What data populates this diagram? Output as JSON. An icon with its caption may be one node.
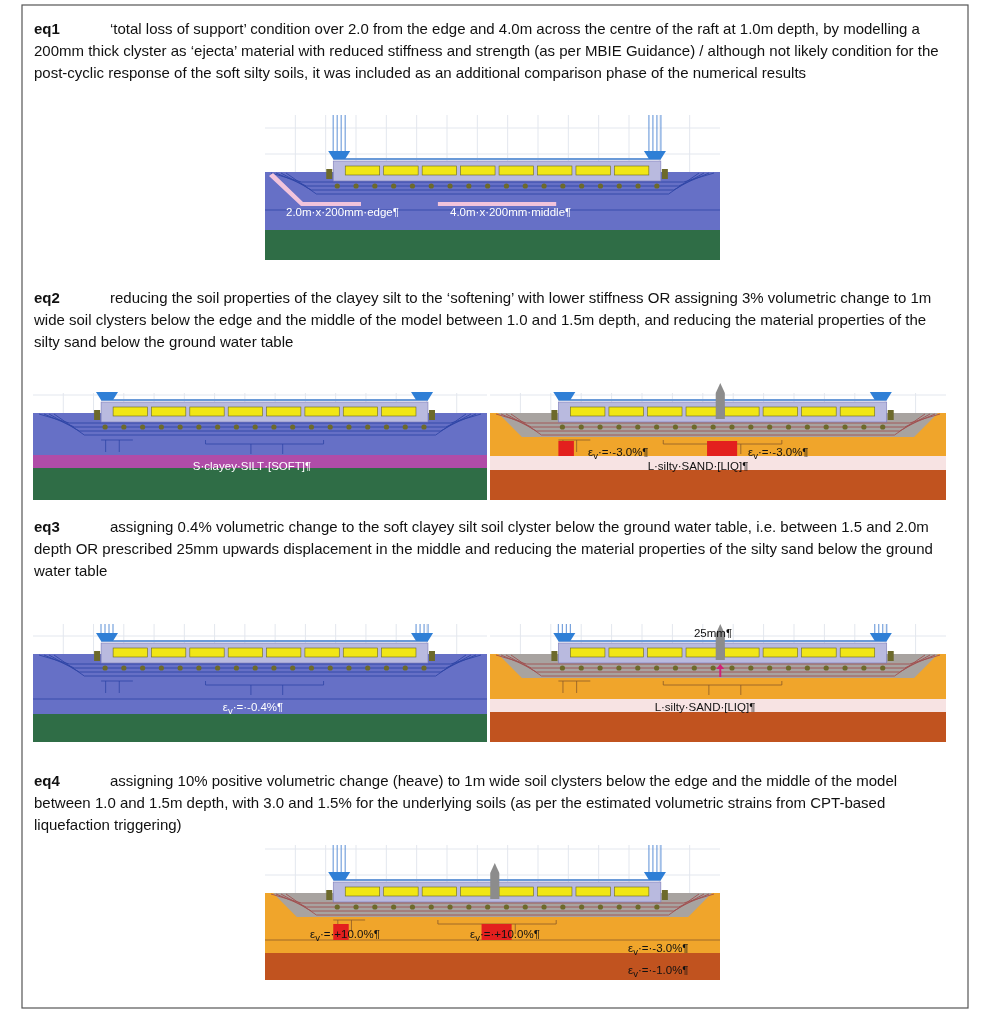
{
  "diagram": {
    "labels": [
      "eq1",
      "‘total loss of support’ condition over 2.0 from the edge and 4.0m across the centre of the raft at 1.0m depth, by modelling a 200mm thick clyster as ‘ejecta’ material with reduced stiffness and strength (as per MBIE Guidance) / although not likely condition for the post-cyclic response of the soft silty soils, it was included as an additional comparison phase of the numerical results",
      "2.0m·x·200mm·edge¶",
      "4.0m·x·200mm·middle¶",
      "eq2",
      "reducing the soil properties of the clayey silt to the ‘softening’ with lower stiffness OR assigning 3% volumetric change to 1m wide soil clysters below the edge and the middle of the model between 1.0 and 1.5m depth, and reducing the material properties of the silty sand below the ground water table",
      "S·clayey·SILT·[SOFT]¶",
      "ε$_{v}$·=·-3.0%¶",
      "ε$_{v}$·=·-3.0%¶",
      "L·silty·SAND·[LIQ]¶",
      "eq3",
      "assigning 0.4% volumetric change to the soft clayey silt soil clyster below the ground water table, i.e. between 1.5 and 2.0m depth OR prescribed 25mm upwards displacement in the middle and reducing the material properties of the silty sand below the ground water table",
      "ε$_{v}$·=·-0.4%¶",
      "25mm¶",
      "L·silty·SAND·[LIQ]¶",
      "eq4",
      "assigning 10% positive volumetric change (heave) to 1m wide soil clysters below the edge and the middle of the model between 1.0 and 1.5m depth, with 3.0 and 1.5% for the underlying soils (as per the estimated volumetric strains from CPT-based liquefaction triggering)",
      "ε$_{v}$·=·+10.0%¶",
      "ε$_{v}$·=·+10.0%¶",
      "ε$_{v}$·=·-3.0%¶",
      "ε$_{v}$·=·-1.0%¶"
    ]
  }
}
